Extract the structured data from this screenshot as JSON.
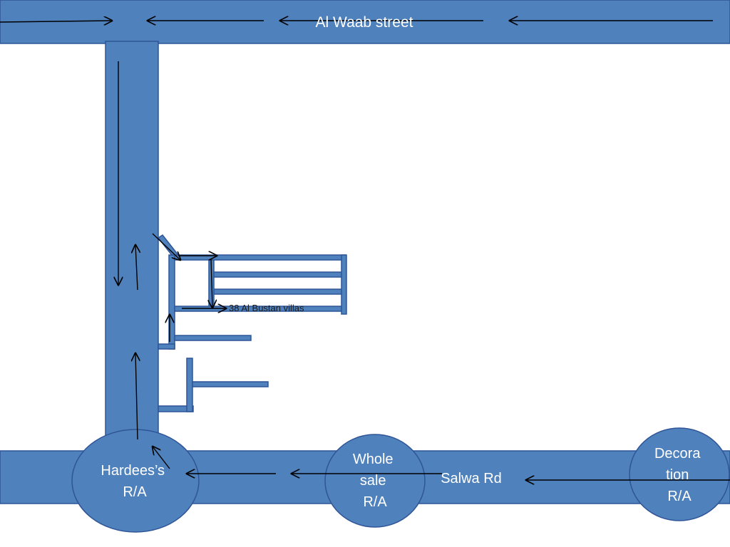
{
  "colors": {
    "road_fill": "#4f81bd",
    "road_edge": "#2f5597",
    "arrow": "#000000",
    "label_text": "#ffffff",
    "small_label_text": "#1a1a1a"
  },
  "roads": {
    "top_street": "Al Waab street",
    "bottom_street": "Salwa Rd"
  },
  "roundabouts": {
    "hardees": [
      "Hardees’s",
      "R/A"
    ],
    "wholesale": [
      "Whole",
      "sale",
      "R/A"
    ],
    "decoration": [
      "Decora",
      "tion",
      "R/A"
    ]
  },
  "destination": "38 Al Bustan villas"
}
